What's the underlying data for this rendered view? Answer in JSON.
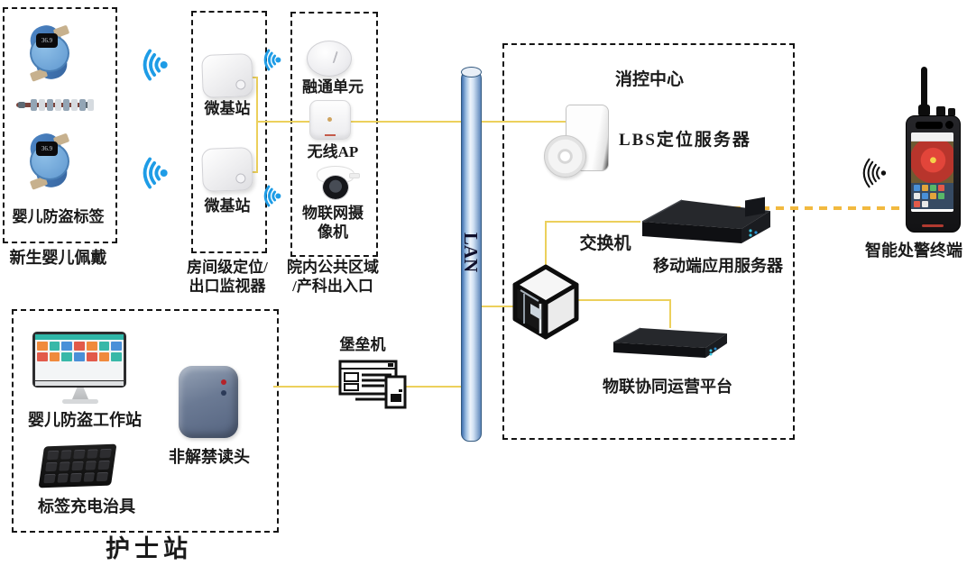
{
  "colors": {
    "connector_yellow": "#ecd05c",
    "alarm_dashed_yellow": "#f2b93f",
    "wifi_blue": "#1e9ce6",
    "lan_blue": "#4a7ebb",
    "box_border": "#141414"
  },
  "newborn_group": {
    "box_label": "婴儿防盗标签",
    "caption": "新生婴儿佩戴",
    "watch_display": "36.9"
  },
  "room_group": {
    "station1_label": "微基站",
    "station2_label": "微基站",
    "caption_line1": "房间级定位/",
    "caption_line2": "出口监视器"
  },
  "public_group": {
    "fusion_label": "融通单元",
    "ap_label": "无线AP",
    "camera_label_line1": "物联网摄",
    "camera_label_line2": "像机",
    "caption_line1": "院内公共区域",
    "caption_line2": "/产科出入口"
  },
  "lan": {
    "label": "LAN"
  },
  "control_center": {
    "title": "消控中心",
    "lbs_server_label": "LBS定位服务器",
    "switch_label": "交换机",
    "mobile_server_label": "移动端应用服务器",
    "iot_platform_label": "物联协同运营平台"
  },
  "bastion": {
    "label": "堡垒机"
  },
  "nurse_station": {
    "workstation_label": "婴儿防盗工作站",
    "reader_label": "非解禁读头",
    "charger_label": "标签充电治具",
    "caption": "护士站"
  },
  "terminal": {
    "label": "智能处警终端"
  }
}
